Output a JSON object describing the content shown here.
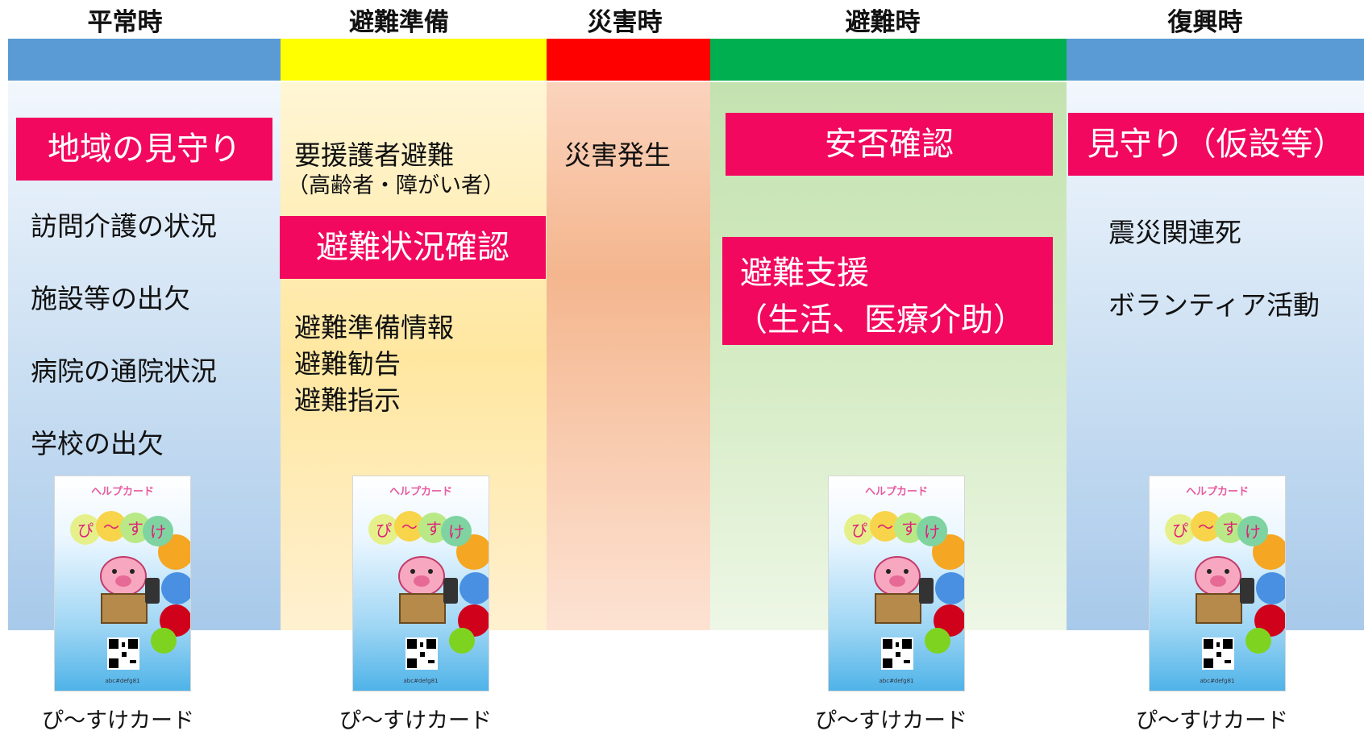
{
  "phases": [
    {
      "key": "normal",
      "label": "平常時",
      "color": "#5b9bd5"
    },
    {
      "key": "prep",
      "label": "避難準備",
      "color": "#ffff00"
    },
    {
      "key": "disaster",
      "label": "災害時",
      "color": "#ff0000"
    },
    {
      "key": "evac",
      "label": "避難時",
      "color": "#00b050"
    },
    {
      "key": "recovery",
      "label": "復興時",
      "color": "#5b9bd5"
    }
  ],
  "normal": {
    "highlight": "地域の見守り",
    "items": [
      "訪問介護の状況",
      "施設等の出欠",
      "病院の通院状況",
      "学校の出欠"
    ]
  },
  "prep": {
    "item1": "要援護者避難",
    "item1_sub": "（高齢者・障がい者）",
    "highlight": "避難状況確認",
    "items": [
      "避難準備情報",
      "避難勧告",
      "避難指示"
    ]
  },
  "disaster": {
    "item": "災害発生"
  },
  "evac": {
    "highlight1": "安否確認",
    "highlight2_line1": "避難支援",
    "highlight2_line2": "（生活、医療介助）"
  },
  "recovery": {
    "highlight": "見守り（仮設等）",
    "items": [
      "震災関連死",
      "ボランティア活動"
    ]
  },
  "card": {
    "title": "ヘルプカード",
    "logo_chars": [
      "ぴ",
      "〜",
      "す",
      "け"
    ],
    "code": "abc#defg81",
    "caption": "ぴ〜すけカード"
  }
}
